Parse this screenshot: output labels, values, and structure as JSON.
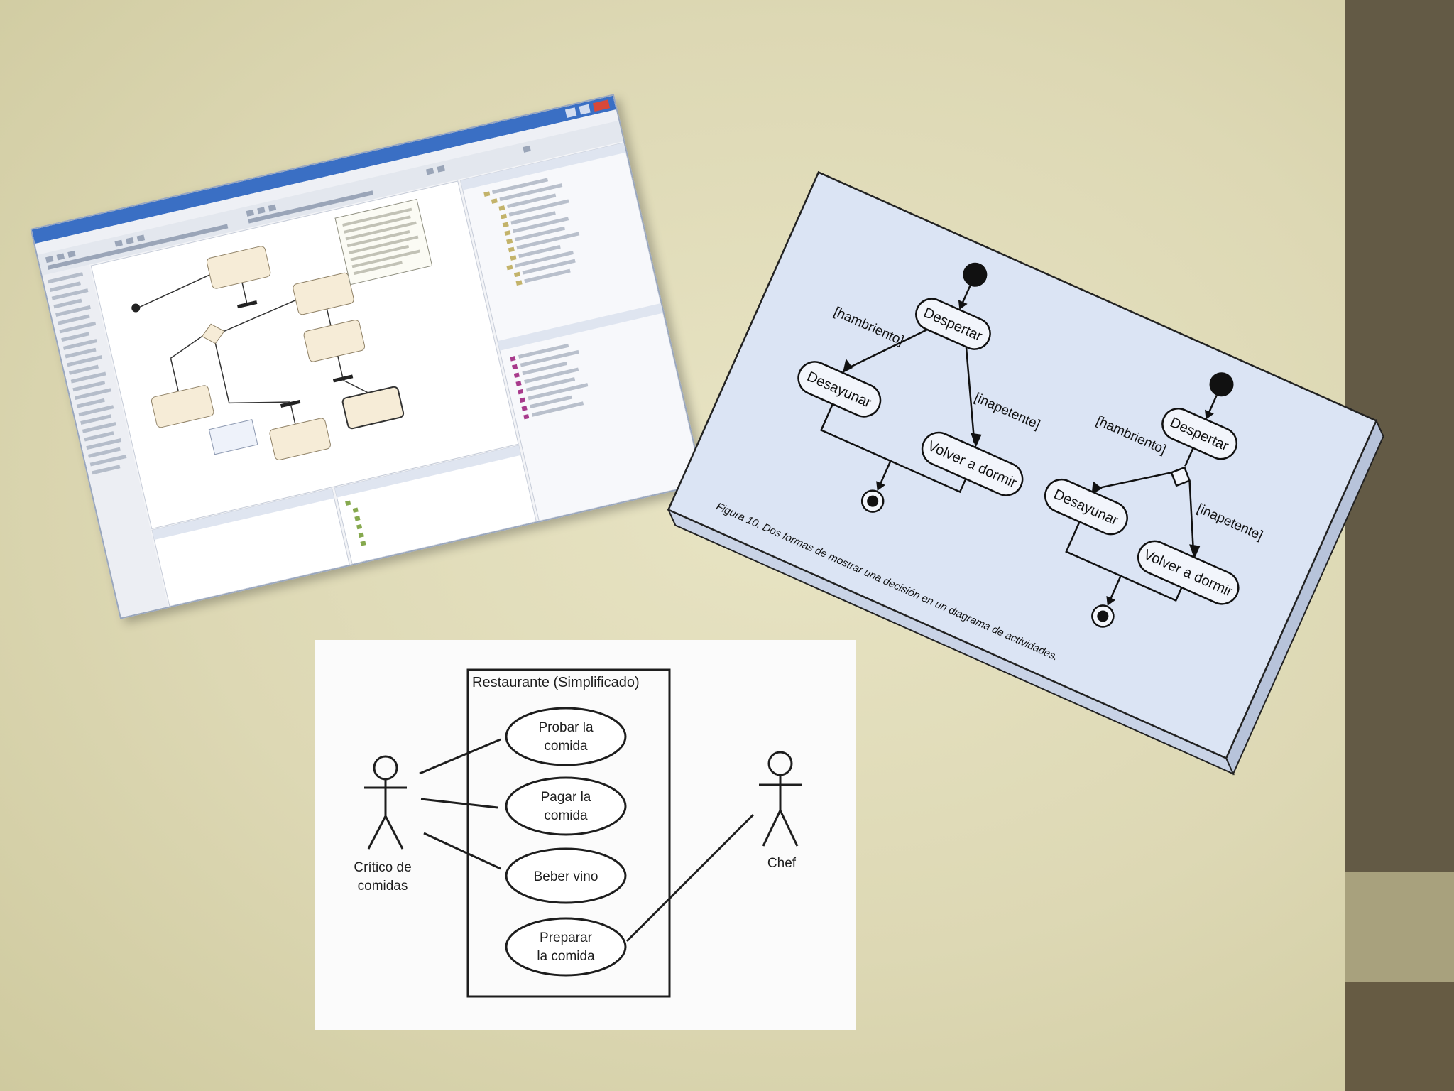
{
  "slide": {
    "colors": {
      "background": "#e2deba",
      "sidebar_dark": "#635a45",
      "sidebar_mid": "#a8a17d"
    }
  },
  "software_screenshot": {
    "icon": "uml-modeling-tool-screenshot"
  },
  "activity_figure": {
    "left": {
      "start": "initial-node",
      "action_1": "Despertar",
      "guard_hungry": "[hambriento]",
      "guard_not_hungry": "[inapetente]",
      "action_breakfast": "Desayunar",
      "action_sleep": "Volver a dormir"
    },
    "right": {
      "action_1": "Despertar",
      "guard_hungry": "[hambriento]",
      "guard_not_hungry": "[inapetente]",
      "action_breakfast": "Desayunar",
      "action_sleep": "Volver a dormir"
    },
    "caption": "Figura 10. Dos formas de mostrar una decisión en un diagrama de actividades.",
    "colors": {
      "fill": "#dbe4f4",
      "node": "#f2f5fb"
    }
  },
  "use_case_diagram": {
    "system_title": "Restaurante (Simplificado)",
    "actor_left": {
      "line1": "Crítico de",
      "line2": "comidas"
    },
    "actor_right": "Chef",
    "use_cases": [
      {
        "line1": "Probar la",
        "line2": "comida"
      },
      {
        "line1": "Pagar la",
        "line2": "comida"
      },
      {
        "line1": "Beber vino",
        "line2": ""
      },
      {
        "line1": "Preparar",
        "line2": "la comida"
      }
    ]
  }
}
